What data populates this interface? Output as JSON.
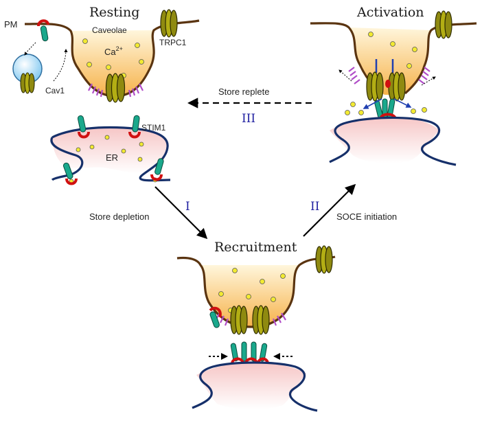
{
  "titles": {
    "resting": "Resting",
    "activation": "Activation",
    "recruitment": "Recruitment"
  },
  "labels": {
    "pm": "PM",
    "caveolae": "Caveolae",
    "ca": "Ca",
    "ca_sup": "2+",
    "trpc1": "TRPC1",
    "cav1": "Cav1",
    "stim1": "STIM1",
    "er": "ER"
  },
  "steps": {
    "store_replete": "Store replete",
    "store_depletion": "Store depletion",
    "soce_initiation": "SOCE initiation",
    "roman_1": "I",
    "roman_2": "II",
    "roman_3": "III"
  },
  "colors": {
    "membrane": "#5a3410",
    "er_membrane": "#16306a",
    "trpc1_channel": "#8f8a10",
    "stim1": "#1aa88c",
    "stim1_ca_site": "#d01010",
    "cav1": "#b04cc8",
    "calcium": "#f2ea32",
    "roman_numerals": "#1f1fa0"
  }
}
